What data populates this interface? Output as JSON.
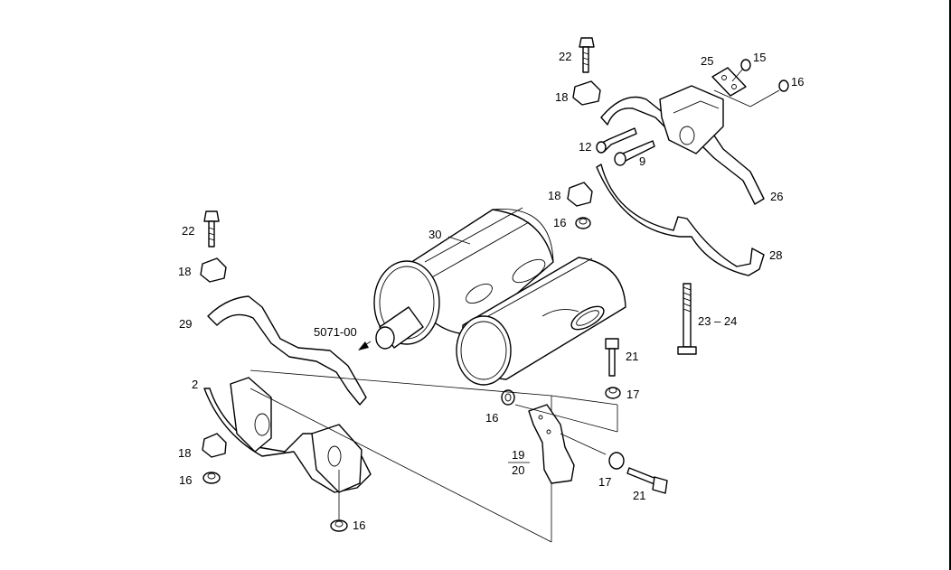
{
  "callouts": {
    "c22_top": "22",
    "c18_top": "18",
    "c25": "25",
    "c15": "15",
    "c16_topright": "16",
    "c12": "12",
    "c9": "9",
    "c18_mid": "18",
    "c16_mid": "16",
    "c26": "26",
    "c28": "28",
    "c30": "30",
    "c22_left": "22",
    "c18_left": "18",
    "c29": "29",
    "c5071": "5071-00",
    "c2": "2",
    "c18_bottom": "18",
    "c16_bottomleft": "16",
    "c16_bottom": "16",
    "c16_center": "16",
    "c19": "19",
    "c20": "20",
    "c21_mid": "21",
    "c17_mid": "17",
    "c17_bottom": "17",
    "c21_bottom": "21",
    "c23_24": "23 – 24"
  }
}
